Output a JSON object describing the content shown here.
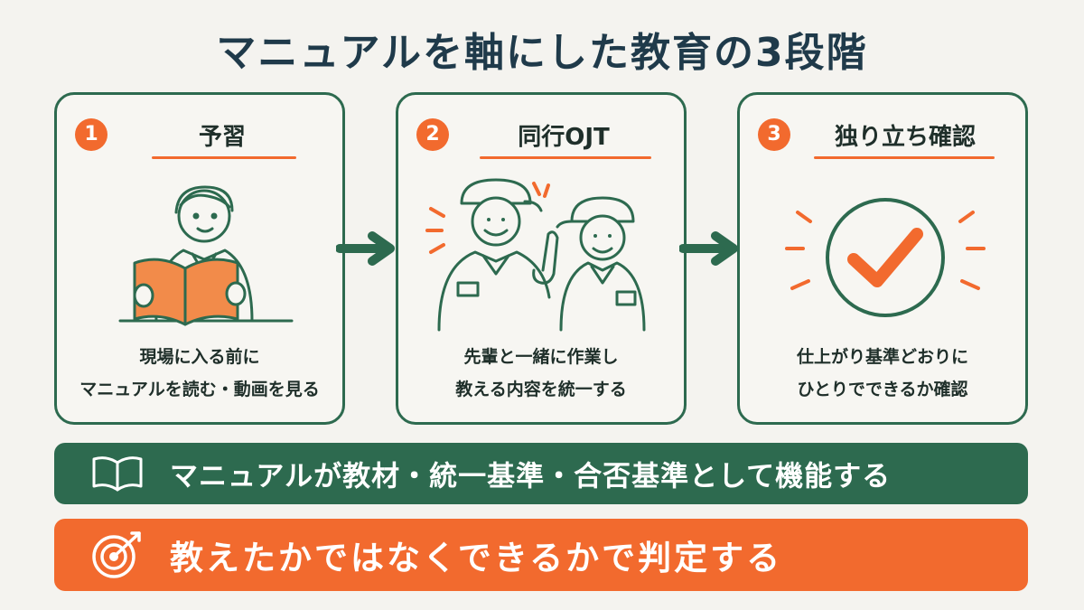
{
  "title": "マニュアルを軸にした教育の3段階",
  "steps": [
    {
      "number": "1",
      "title": "予習",
      "text_lines": [
        "現場に入る前に",
        "マニュアルを読む・動画を見る"
      ]
    },
    {
      "number": "2",
      "title": "同行OJT",
      "text_lines": [
        "先輩と一緒に作業し",
        "教える内容を統一する"
      ]
    },
    {
      "number": "3",
      "title": "独り立ち確認",
      "text_lines": [
        "仕上がり基準どおりに",
        "ひとりでできるか確認"
      ]
    }
  ],
  "banners": {
    "green": {
      "text": "マニュアルが教材・統一基準・合否基準として機能する",
      "icon": "book-icon",
      "color": "#2d6a4f"
    },
    "orange": {
      "text": "教えたかではなくできるかで判定する",
      "icon": "target-icon",
      "color": "#f26a2e"
    }
  },
  "colors": {
    "accent": "#f26a2e",
    "primary": "#2d6a4f",
    "title": "#1f3a4a",
    "background": "#f4f3ef"
  }
}
